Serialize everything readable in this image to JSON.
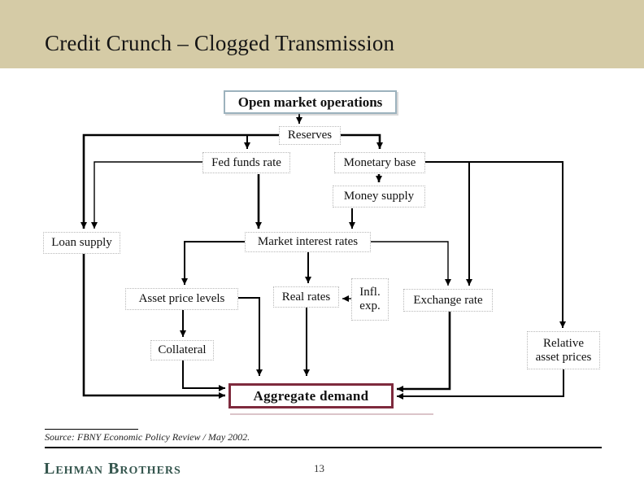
{
  "header": {
    "title": "Credit Crunch – Clogged Transmission"
  },
  "diagram": {
    "nodes": {
      "open_market_operations": {
        "label": "Open market operations"
      },
      "reserves": {
        "label": "Reserves"
      },
      "fed_funds_rate": {
        "label": "Fed funds rate"
      },
      "monetary_base": {
        "label": "Monetary base"
      },
      "money_supply": {
        "label": "Money supply"
      },
      "loan_supply": {
        "label": "Loan supply"
      },
      "market_interest_rates": {
        "label": "Market interest rates"
      },
      "asset_price_levels": {
        "label": "Asset price levels"
      },
      "real_rates": {
        "label": "Real rates"
      },
      "inflation_expectations": {
        "label": "Infl.\nexp."
      },
      "exchange_rate": {
        "label": "Exchange rate"
      },
      "collateral": {
        "label": "Collateral"
      },
      "relative_asset_prices": {
        "label": "Relative\nasset prices"
      },
      "aggregate_demand": {
        "label": "Aggregate demand"
      }
    }
  },
  "footer": {
    "source": "Source: FBNY Economic Policy Review / May 2002.",
    "brand": "Lehman Brothers",
    "page_number": "13"
  },
  "colors": {
    "header_band": "#d5cba6",
    "box_border": "#b8b8b8",
    "omo_border": "#9cb2bd",
    "demand_border": "#7e2a3d",
    "brand": "#35564e",
    "line": "#000000"
  }
}
